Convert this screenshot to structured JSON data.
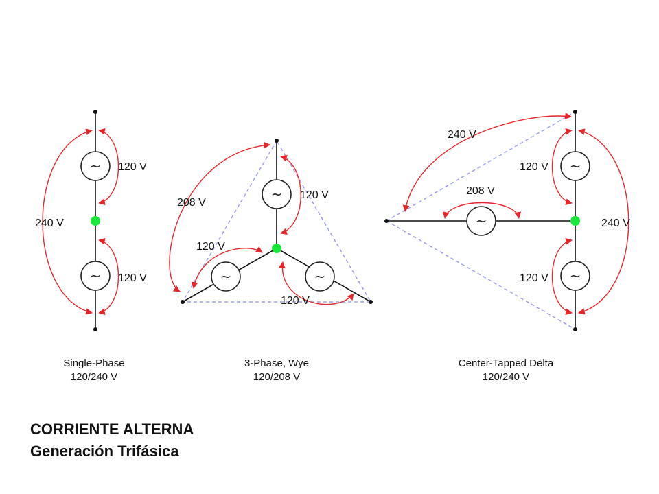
{
  "colors": {
    "wire": "#111111",
    "arrow": "#e8262a",
    "node": "#18e83a",
    "dashed": "#9aa0ee"
  },
  "panels": {
    "single_phase": {
      "caption_line1": "Single-Phase",
      "caption_line2": "120/240 V",
      "upper_label": "120 V",
      "lower_label": "120 V",
      "total_label": "240 V"
    },
    "wye": {
      "caption_line1": "3-Phase, Wye",
      "caption_line2": "120/208 V",
      "phase_label_top": "120 V",
      "phase_label_left": "120 V",
      "phase_label_right": "120 V",
      "line_label": "208 V"
    },
    "delta": {
      "caption_line1": "Center-Tapped Delta",
      "caption_line2": "120/240 V",
      "top_diag_label": "240 V",
      "center_label": "208 V",
      "upper_label": "120 V",
      "lower_label": "120 V",
      "right_label": "240 V"
    }
  },
  "source_icon": "ac-sine-icon",
  "title": {
    "line1": "CORRIENTE ALTERNA",
    "line2": "Generación Trifásica"
  }
}
